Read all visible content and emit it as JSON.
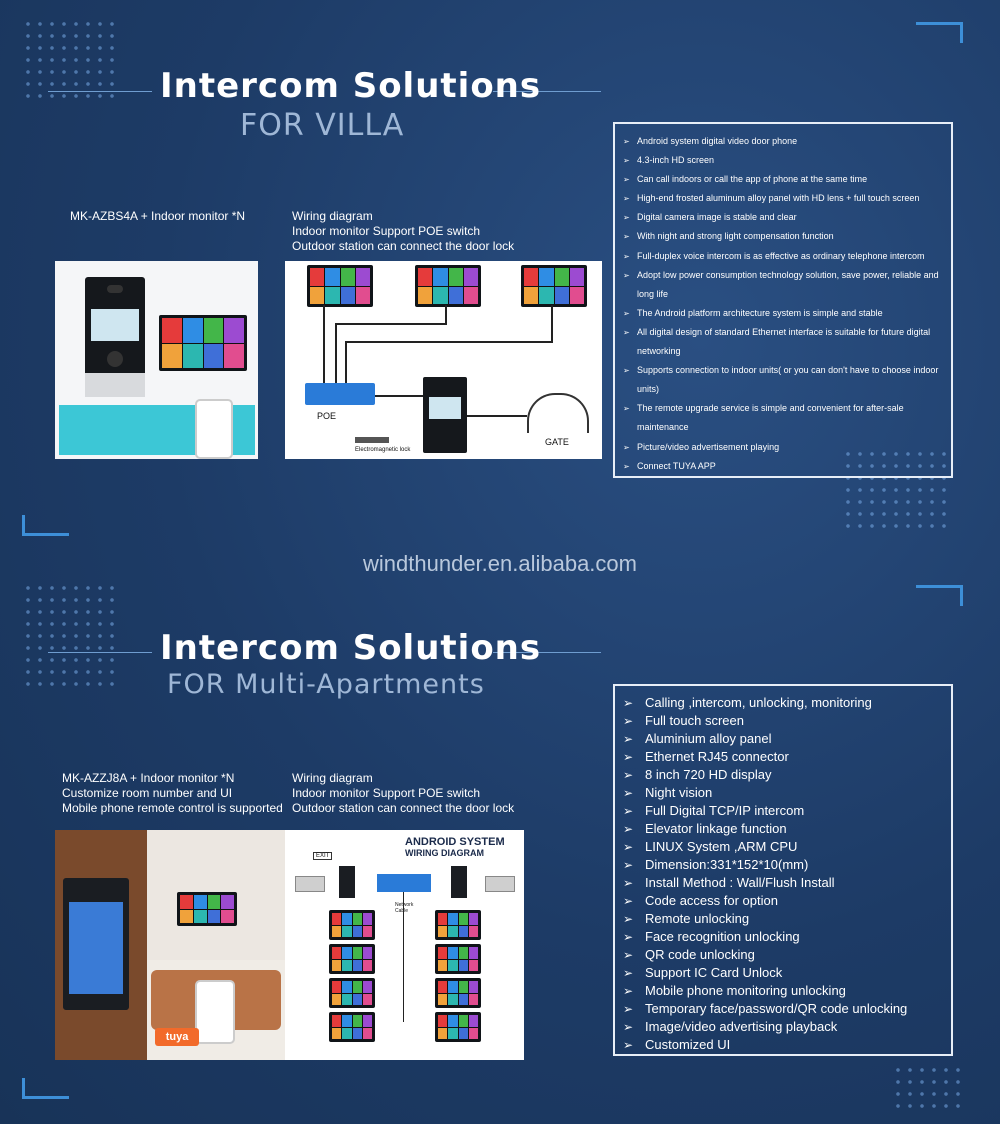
{
  "watermark": "windthunder.en.alibaba.com",
  "villa": {
    "title": "Intercom Solutions",
    "subtitle": "FOR VILLA",
    "product_caption": "MK-AZBS4A + Indoor monitor *N",
    "wiring_caption": "Wiring diagram\nIndoor monitor Support POE switch\nOutdoor station can connect the door lock",
    "diagram_labels": {
      "poe": "POE",
      "gate": "GATE",
      "lock": "Electromagnetic lock"
    },
    "features": [
      "Android system digital video door phone",
      "4.3-inch HD screen",
      " Can call indoors or call the app of phone at the same time",
      "High-end frosted aluminum alloy panel with HD lens + full touch screen",
      "Digital camera image is stable and clear",
      "With night and strong light compensation function",
      "Full-duplex voice intercom is as effective as ordinary telephone intercom",
      "Adopt low power consumption technology solution, save power, reliable and long life",
      "The Android platform architecture system is simple and stable",
      "All digital design of standard Ethernet interface is suitable for future digital networking",
      "Supports connection to  indoor units( or you can don't have to choose indoor units)",
      "The remote upgrade service is simple and convenient for after-sale maintenance",
      "Picture/video advertisement playing",
      "Connect TUYA APP"
    ]
  },
  "apartments": {
    "title": "Intercom Solutions",
    "subtitle": "FOR Multi-Apartments",
    "product_caption": "MK-AZZJ8A + Indoor monitor *N\nCustomize room number and UI\nMobile phone remote control is supported",
    "wiring_caption": "Wiring diagram\nIndoor monitor Support POE switch\nOutdoor station can connect the door lock",
    "diagram_title": "ANDROID SYSTEM",
    "diagram_subtitle": "WIRING DIAGRAM",
    "diagram_labels": {
      "network": "Network\nCable",
      "exit": "EXIT"
    },
    "brand": "tuya",
    "features": [
      "Calling ,intercom, unlocking, monitoring",
      "Full touch  screen",
      "Aluminium alloy panel",
      "Ethernet RJ45 connector",
      "8 inch 720 HD display",
      "Night vision",
      "Full Digital TCP/IP intercom",
      "Elevator linkage function",
      "LINUX System ,ARM CPU",
      "Dimension:331*152*10(mm)",
      "Install Method : Wall/Flush Install",
      "Code access for option",
      "Remote unlocking",
      "Face recognition unlocking",
      "QR code unlocking",
      "Support IC Card Unlock",
      "Mobile phone monitoring unlocking",
      "Temporary face/password/QR code unlocking",
      "Image/video advertising playback",
      "Customized UI"
    ]
  }
}
